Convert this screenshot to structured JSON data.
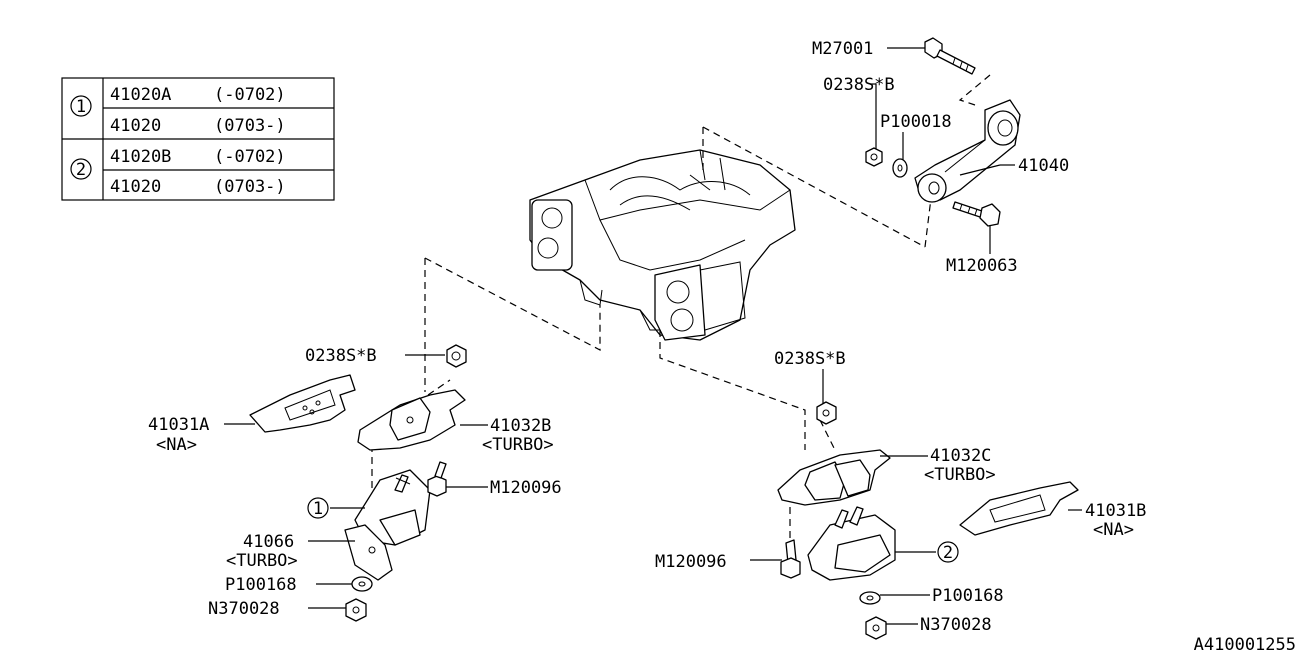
{
  "table": {
    "rows": [
      {
        "marker": "1",
        "entries": [
          {
            "part": "41020A",
            "range": "(-0702)"
          },
          {
            "part": "41020",
            "range": "(0703-)"
          }
        ]
      },
      {
        "marker": "2",
        "entries": [
          {
            "part": "41020B",
            "range": "(-0702)"
          },
          {
            "part": "41020",
            "range": "(0703-)"
          }
        ]
      }
    ]
  },
  "labels": {
    "m27001": "M27001",
    "s0238_top": "0238S*B",
    "p100018": "P100018",
    "p41040": "41040",
    "m120063": "M120063",
    "s0238_left": "0238S*B",
    "p41031a": "41031A",
    "na_left": "<NA>",
    "p41032b": "41032B",
    "turbo_b": "<TURBO>",
    "m120096_left": "M120096",
    "marker1": "1",
    "p41066": "41066",
    "turbo_66": "<TURBO>",
    "p100168_left": "P100168",
    "n370028_left": "N370028",
    "s0238_right": "0238S*B",
    "p41032c": "41032C",
    "turbo_c": "<TURBO>",
    "p41031b": "41031B",
    "na_right": "<NA>",
    "m120096_right": "M120096",
    "marker2": "2",
    "p100168_right": "P100168",
    "n370028_right": "N370028",
    "diagram_id": "A410001255"
  }
}
